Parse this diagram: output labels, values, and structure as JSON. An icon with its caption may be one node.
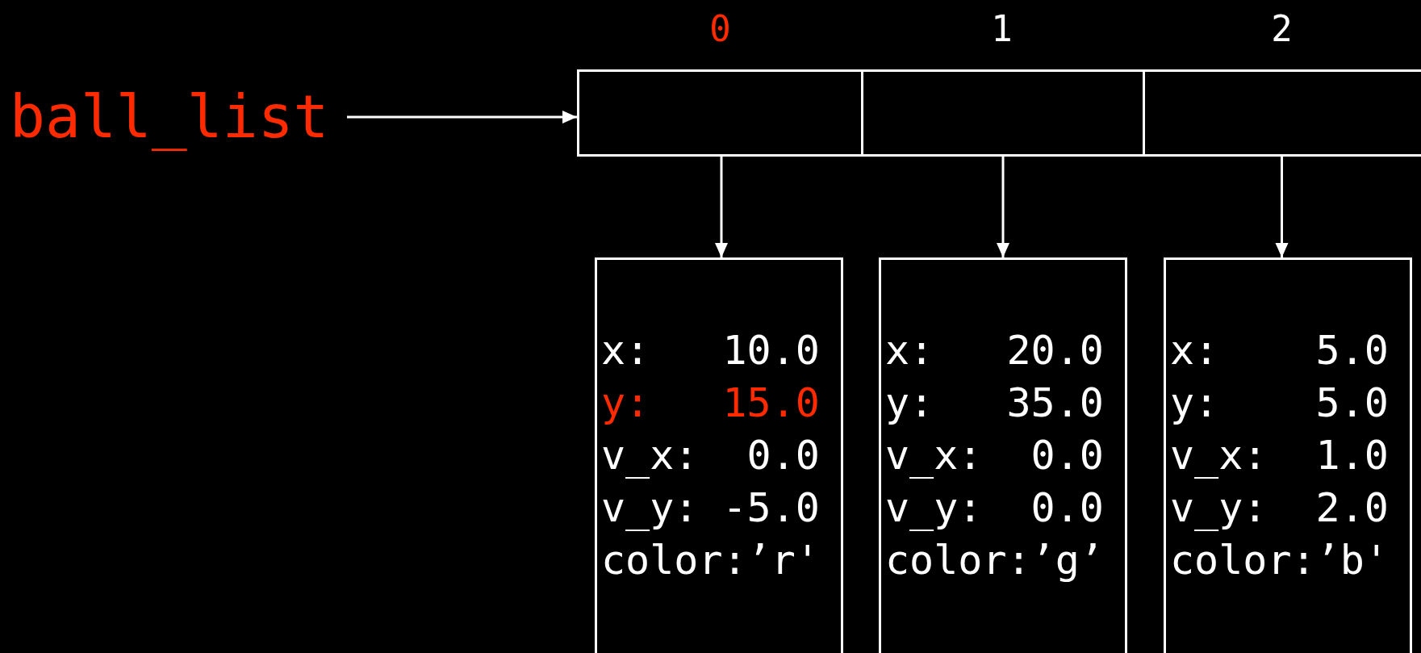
{
  "diagram": {
    "nodes": [
      {
        "text": [
          "ball_list"
        ]
      },
      {
        "text": [],
        "shape": "box"
      },
      {
        "text": [],
        "shape": "box",
        "in": 1,
        "beside": [
          "0"
        ]
      },
      {
        "text": [],
        "shape": "box",
        "in": 1,
        "beside": [
          "1"
        ]
      },
      {
        "text": [],
        "shape": "box",
        "in": 1,
        "beside": [
          "2"
        ]
      },
      {
        "text": [
          "x:   10.0",
          "y:   15.0",
          "v_x:  0.0",
          "v_y: -5.0",
          "color:’r'"
        ]
      },
      {
        "text": [
          "x:   20.0",
          "y:   35.0",
          "v_x:  0.0",
          "v_y:  0.0",
          "color:’g’"
        ]
      },
      {
        "text": [
          "x:    5.0",
          "y:    5.0",
          "v_x:  1.0",
          "v_y:  2.0",
          "color:’b'"
        ]
      }
    ],
    "edges": [
      {
        "from": 0,
        "to": 1,
        "arrow": "to"
      },
      {
        "from": 2,
        "to": 5,
        "arrow": "to"
      },
      {
        "from": 3,
        "to": 6,
        "arrow": "to"
      },
      {
        "from": 4,
        "to": 7,
        "arrow": "to"
      }
    ]
  }
}
